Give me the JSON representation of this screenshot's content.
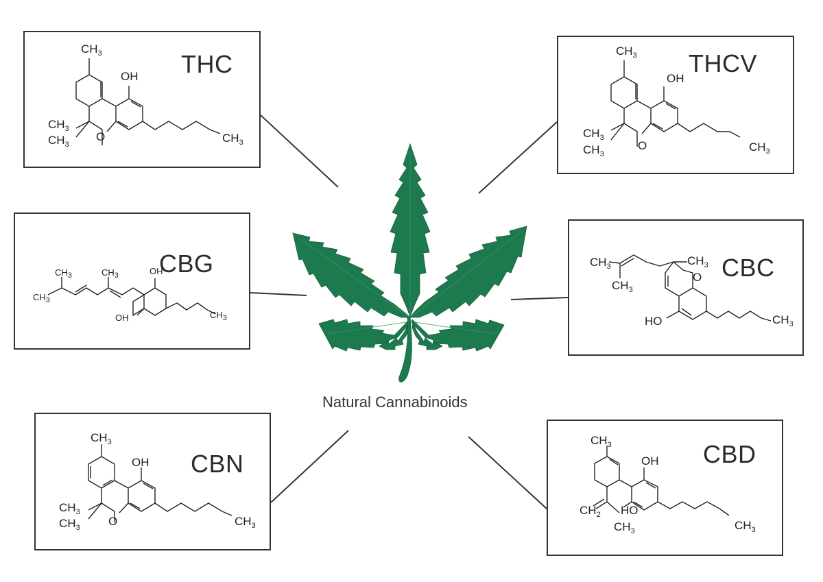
{
  "caption": "Natural Cannabinoids",
  "leaf_color": "#1d7a4e",
  "molecules": {
    "thc": {
      "name": "THC",
      "labels": {
        "oh": "OH",
        "o": "O",
        "me": "CH",
        "me_sub": "3"
      }
    },
    "thcv": {
      "name": "THCV",
      "labels": {
        "oh": "OH",
        "o": "O",
        "me": "CH",
        "me_sub": "3"
      }
    },
    "cbg": {
      "name": "CBG",
      "labels": {
        "oh": "OH",
        "me": "CH",
        "me_sub": "3"
      }
    },
    "cbc": {
      "name": "CBC",
      "labels": {
        "ho": "HO",
        "o": "O",
        "me": "CH",
        "me_sub": "3"
      }
    },
    "cbn": {
      "name": "CBN",
      "labels": {
        "oh": "OH",
        "o": "O",
        "me": "CH",
        "me_sub": "3"
      }
    },
    "cbd": {
      "name": "CBD",
      "labels": {
        "oh": "OH",
        "ho": "HO",
        "me": "CH",
        "me_sub": "3",
        "ch2": "CH",
        "ch2_sub": "2"
      }
    }
  }
}
